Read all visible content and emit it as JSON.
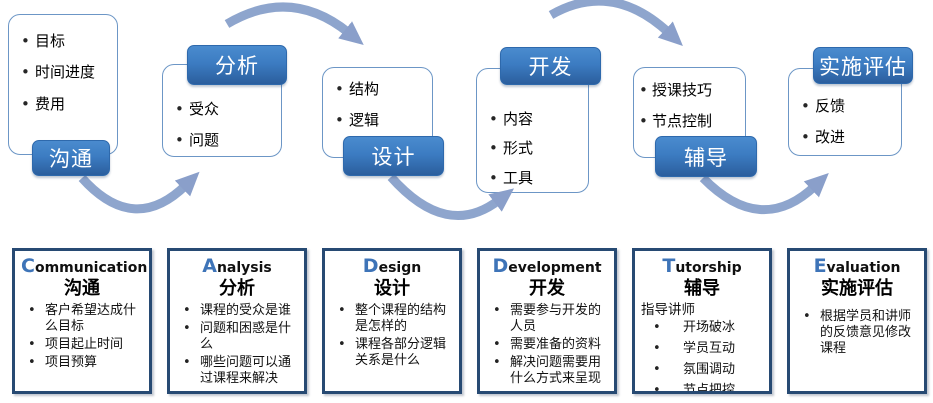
{
  "flow": {
    "steps": [
      {
        "id": "communication",
        "label": "沟通",
        "label_position": "bottom",
        "bullets": [
          "目标",
          "时间进度",
          "费用"
        ]
      },
      {
        "id": "analysis",
        "label": "分析",
        "label_position": "top",
        "bullets": [
          "受众",
          "问题"
        ]
      },
      {
        "id": "design",
        "label": "设计",
        "label_position": "bottom",
        "bullets": [
          "结构",
          "逻辑"
        ]
      },
      {
        "id": "development",
        "label": "开发",
        "label_position": "top",
        "bullets": [
          "内容",
          "形式",
          "工具"
        ]
      },
      {
        "id": "tutorship",
        "label": "辅导",
        "label_position": "bottom",
        "bullets": [
          "授课技巧",
          "节点控制"
        ]
      },
      {
        "id": "evaluation",
        "label": "实施评估",
        "label_position": "top",
        "bullets": [
          "反馈",
          "改进"
        ]
      }
    ]
  },
  "details": {
    "cards": [
      {
        "letter": "C",
        "title_en_rest": "ommunication",
        "title_zh": "沟通",
        "bullets": [
          "客户希望达成什么目标",
          "项目起止时间",
          "项目预算"
        ]
      },
      {
        "letter": "A",
        "title_en_rest": "nalysis",
        "title_zh": "分析",
        "bullets": [
          "课程的受众是谁",
          "问题和困惑是什么",
          "哪些问题可以通过课程来解决"
        ]
      },
      {
        "letter": "D",
        "title_en_rest": "esign",
        "title_zh": "设计",
        "bullets": [
          "整个课程的结构是怎样的",
          "课程各部分逻辑关系是什么"
        ]
      },
      {
        "letter": "D",
        "title_en_rest": "evelopment",
        "title_zh": "开发",
        "bullets": [
          "需要参与开发的人员",
          "需要准备的资料",
          "解决问题需要用什么方式来呈现"
        ]
      },
      {
        "letter": "T",
        "title_en_rest": "utorship",
        "title_zh": "辅导",
        "intro": "指导讲师",
        "bullets": [
          "开场破冰",
          "学员互动",
          "氛围调动",
          "节点把控"
        ]
      },
      {
        "letter": "E",
        "title_en_rest": "valuation",
        "title_zh": "实施评估",
        "bullets": [
          "根据学员和讲师的反馈意见修改课程"
        ]
      }
    ]
  },
  "colors": {
    "chip_gradient_top": "#4A8BCE",
    "chip_gradient_bottom": "#2B5E9D",
    "box_border": "#6C96C6",
    "card_border": "#274A73",
    "letter_blue": "#3E74B8",
    "arrow": "#8EA5CD",
    "text": "#000000",
    "background": "#FFFFFF"
  }
}
